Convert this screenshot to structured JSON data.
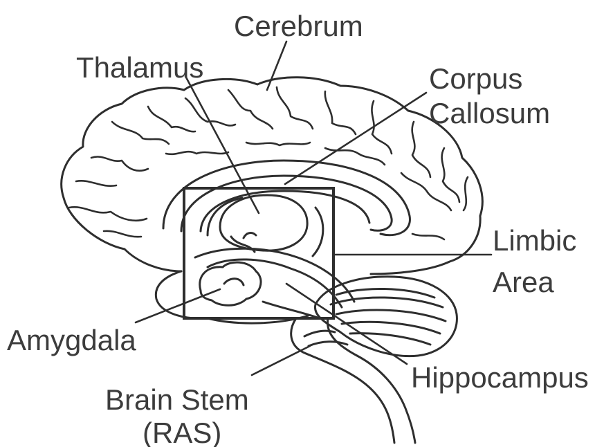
{
  "diagram": {
    "labels": {
      "cerebrum": "Cerebrum",
      "thalamus": "Thalamus",
      "corpus_callosum_line1": "Corpus",
      "corpus_callosum_line2": "Callosum",
      "limbic_area_line1": "Limbic",
      "limbic_area_line2": "Area",
      "amygdala": "Amygdala",
      "hippocampus": "Hippocampus",
      "brain_stem_line1": "Brain Stem",
      "brain_stem_line2": "(RAS)"
    }
  }
}
